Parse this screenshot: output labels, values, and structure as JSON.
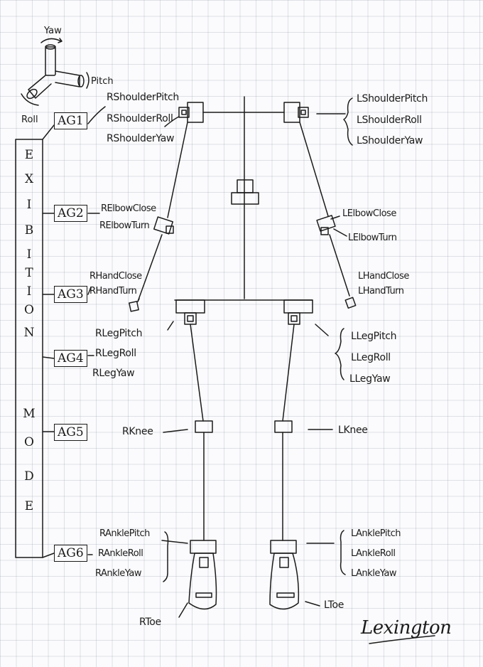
{
  "axes": {
    "yaw": "Yaw",
    "pitch": "Pitch",
    "roll": "Roll"
  },
  "groups": [
    "AG1",
    "AG2",
    "AG3",
    "AG4",
    "AG5",
    "AG6"
  ],
  "mode_letters": [
    "E",
    "X",
    "I",
    "B",
    "I",
    "T",
    "I",
    "O",
    "N",
    "M",
    "O",
    "D",
    "E"
  ],
  "right": {
    "shoulder": [
      "RShoulderPitch",
      "RShoulderRoll",
      "RShoulderYaw"
    ],
    "elbow": [
      "RElbowClose",
      "RElbowTurn"
    ],
    "hand": [
      "RHandClose",
      "RHandTurn"
    ],
    "leg": [
      "RLegPitch",
      "RLegRoll",
      "RLegYaw"
    ],
    "knee": "RKnee",
    "ankle": [
      "RAnklePitch",
      "RAnkleRoll",
      "RAnkleYaw"
    ],
    "toe": "RToe"
  },
  "left": {
    "shoulder": [
      "LShoulderPitch",
      "LShoulderRoll",
      "LShoulderYaw"
    ],
    "elbow": [
      "LElbowClose",
      "LElbowTurn"
    ],
    "hand": [
      "LHandClose",
      "LHandTurn"
    ],
    "leg": [
      "LLegPitch",
      "LLegRoll",
      "LLegYaw"
    ],
    "knee": "LKnee",
    "ankle": [
      "LAnklePitch",
      "LAnkleRoll",
      "LAnkleYaw"
    ],
    "toe": "LToe"
  },
  "signature": "Lexington"
}
